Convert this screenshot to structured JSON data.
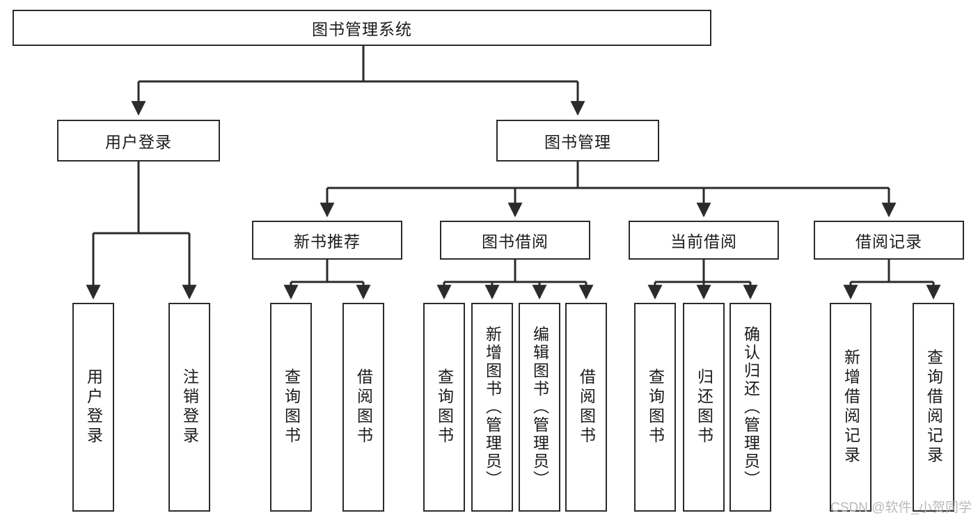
{
  "diagram": {
    "type": "tree-hierarchy",
    "title": "图书管理系统",
    "watermark": "CSDN @软件_小贺同学",
    "colors": {
      "border": "#2b2b2b",
      "background": "#ffffff",
      "text": "#1a1a1a",
      "watermark": "#b9b9b9"
    },
    "nodes": {
      "root": "图书管理系统",
      "level2": {
        "user_login": "用户登录",
        "book_manage": "图书管理"
      },
      "level3": {
        "new_book_rec": "新书推荐",
        "book_borrow": "图书借阅",
        "current_borrow": "当前借阅",
        "borrow_record": "借阅记录"
      },
      "leaves": {
        "user_login_1": "用户登录",
        "user_login_2": "注销登录",
        "new_book_rec_1": "查询图书",
        "new_book_rec_2": "借阅图书",
        "book_borrow_1": "查询图书",
        "book_borrow_2": "新增图书（管理员）",
        "book_borrow_3": "编辑图书（管理员）",
        "book_borrow_4": "借阅图书",
        "current_borrow_1": "查询图书",
        "current_borrow_2": "归还图书",
        "current_borrow_3": "确认归还（管理员）",
        "borrow_record_1": "新增借阅记录",
        "borrow_record_2": "查询借阅记录"
      }
    }
  }
}
